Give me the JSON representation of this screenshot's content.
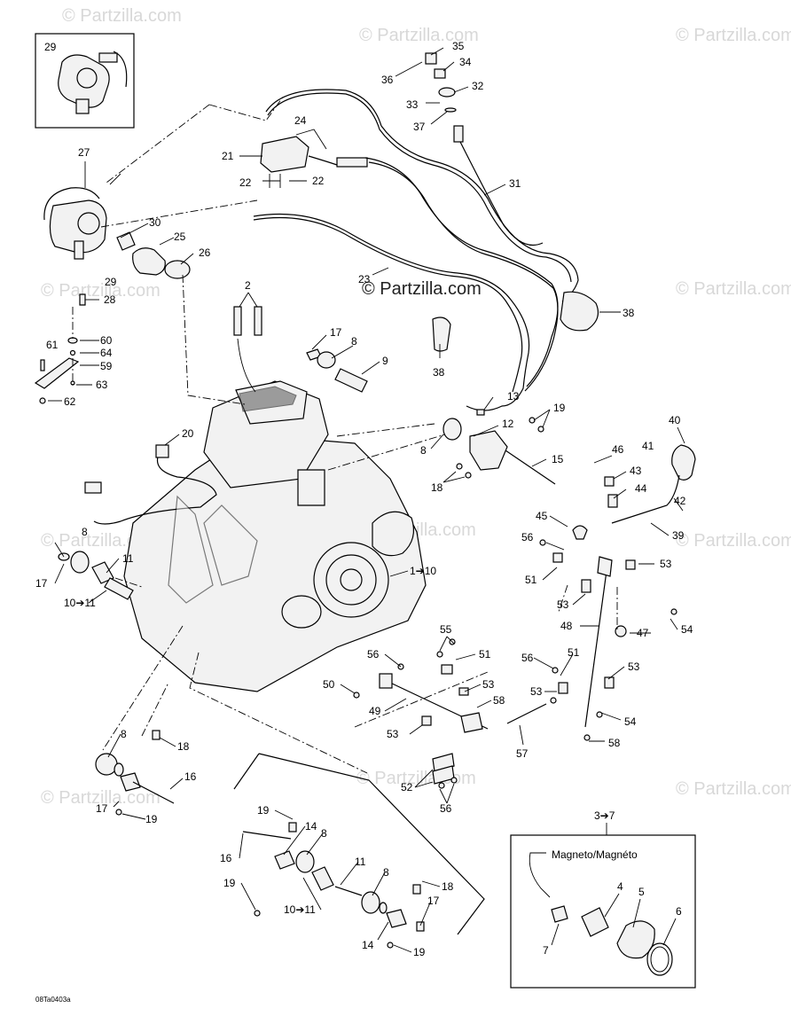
{
  "diagram": {
    "drawing_code": "08Ta0403a",
    "watermark": "© Partzilla.com",
    "magneto_label": "Magneto/Magnéto",
    "labels": [
      {
        "id": "29-top",
        "text": "29"
      },
      {
        "id": "27",
        "text": "27"
      },
      {
        "id": "30",
        "text": "30"
      },
      {
        "id": "25",
        "text": "25"
      },
      {
        "id": "26",
        "text": "26"
      },
      {
        "id": "29-mid",
        "text": "29"
      },
      {
        "id": "28",
        "text": "28"
      },
      {
        "id": "60",
        "text": "60"
      },
      {
        "id": "61",
        "text": "61"
      },
      {
        "id": "64",
        "text": "64"
      },
      {
        "id": "59",
        "text": "59"
      },
      {
        "id": "63",
        "text": "63"
      },
      {
        "id": "62",
        "text": "62"
      },
      {
        "id": "2",
        "text": "2"
      },
      {
        "id": "17-top",
        "text": "17"
      },
      {
        "id": "8-top",
        "text": "8"
      },
      {
        "id": "9",
        "text": "9"
      },
      {
        "id": "21",
        "text": "21"
      },
      {
        "id": "24",
        "text": "24"
      },
      {
        "id": "22-left",
        "text": "22"
      },
      {
        "id": "22-right",
        "text": "22"
      },
      {
        "id": "35",
        "text": "35"
      },
      {
        "id": "34",
        "text": "34"
      },
      {
        "id": "36",
        "text": "36"
      },
      {
        "id": "32",
        "text": "32"
      },
      {
        "id": "33",
        "text": "33"
      },
      {
        "id": "37",
        "text": "37"
      },
      {
        "id": "31",
        "text": "31"
      },
      {
        "id": "23",
        "text": "23"
      },
      {
        "id": "38-left",
        "text": "38"
      },
      {
        "id": "38-right",
        "text": "38"
      },
      {
        "id": "20",
        "text": "20"
      },
      {
        "id": "13",
        "text": "13"
      },
      {
        "id": "19-top",
        "text": "19"
      },
      {
        "id": "12",
        "text": "12"
      },
      {
        "id": "8-mid",
        "text": "8"
      },
      {
        "id": "15",
        "text": "15"
      },
      {
        "id": "18-mid",
        "text": "18"
      },
      {
        "id": "40",
        "text": "40"
      },
      {
        "id": "41",
        "text": "41"
      },
      {
        "id": "46",
        "text": "46"
      },
      {
        "id": "43",
        "text": "43"
      },
      {
        "id": "44",
        "text": "44"
      },
      {
        "id": "42",
        "text": "42"
      },
      {
        "id": "45",
        "text": "45"
      },
      {
        "id": "39",
        "text": "39"
      },
      {
        "id": "56-a",
        "text": "56"
      },
      {
        "id": "53-a",
        "text": "53"
      },
      {
        "id": "51-a",
        "text": "51"
      },
      {
        "id": "53-b",
        "text": "53"
      },
      {
        "id": "48",
        "text": "48"
      },
      {
        "id": "54-a",
        "text": "54"
      },
      {
        "id": "47",
        "text": "47"
      },
      {
        "id": "8-left",
        "text": "8"
      },
      {
        "id": "17-left",
        "text": "17"
      },
      {
        "id": "11-top",
        "text": "11"
      },
      {
        "id": "10-11-top",
        "text": "10➔11"
      },
      {
        "id": "1-10",
        "text": "1➔10"
      },
      {
        "id": "55",
        "text": "55"
      },
      {
        "id": "56-b",
        "text": "56"
      },
      {
        "id": "51-b",
        "text": "51"
      },
      {
        "id": "50",
        "text": "50"
      },
      {
        "id": "53-c",
        "text": "53"
      },
      {
        "id": "58-a",
        "text": "58"
      },
      {
        "id": "49",
        "text": "49"
      },
      {
        "id": "53-d",
        "text": "53"
      },
      {
        "id": "56-c",
        "text": "56"
      },
      {
        "id": "51-c",
        "text": "51"
      },
      {
        "id": "53-e",
        "text": "53"
      },
      {
        "id": "53-f",
        "text": "53"
      },
      {
        "id": "54-b",
        "text": "54"
      },
      {
        "id": "58-b",
        "text": "58"
      },
      {
        "id": "57",
        "text": "57"
      },
      {
        "id": "52",
        "text": "52"
      },
      {
        "id": "56-d",
        "text": "56"
      },
      {
        "id": "8-bl",
        "text": "8"
      },
      {
        "id": "18-bl",
        "text": "18"
      },
      {
        "id": "16-bl",
        "text": "16"
      },
      {
        "id": "17-bl",
        "text": "17"
      },
      {
        "id": "19-bl",
        "text": "19"
      },
      {
        "id": "3-7",
        "text": "3➔7"
      },
      {
        "id": "19-bm1",
        "text": "19"
      },
      {
        "id": "14-bm1",
        "text": "14"
      },
      {
        "id": "8-bm1",
        "text": "8"
      },
      {
        "id": "16-bm",
        "text": "16"
      },
      {
        "id": "11-bm",
        "text": "11"
      },
      {
        "id": "8-bm2",
        "text": "8"
      },
      {
        "id": "18-bm",
        "text": "18"
      },
      {
        "id": "19-bm2",
        "text": "19"
      },
      {
        "id": "10-11-bm",
        "text": "10➔11"
      },
      {
        "id": "17-bm",
        "text": "17"
      },
      {
        "id": "14-bm2",
        "text": "14"
      },
      {
        "id": "19-bm3",
        "text": "19"
      },
      {
        "id": "4",
        "text": "4"
      },
      {
        "id": "5",
        "text": "5"
      },
      {
        "id": "6",
        "text": "6"
      },
      {
        "id": "7",
        "text": "7"
      }
    ]
  }
}
